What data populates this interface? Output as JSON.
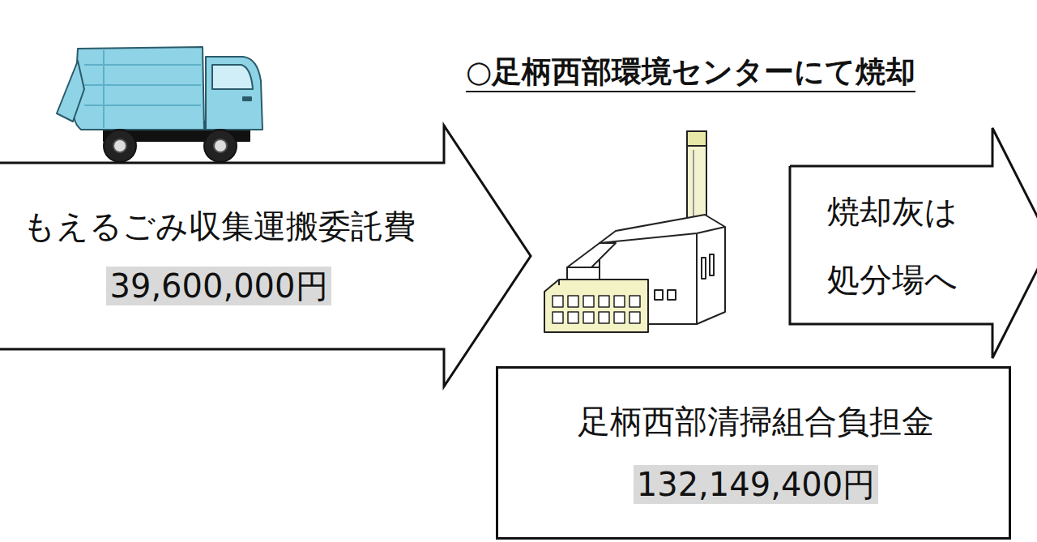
{
  "diagram": {
    "title": "○足柄西部環境センターにて焼却",
    "nodes": [
      {
        "text": [
          "もえるごみ収集運搬委託費",
          "39,600,000円"
        ]
      },
      {
        "text": [
          "焼却灰は 処分場へ"
        ]
      },
      {
        "text": [
          "足柄西部清掃組合負担金",
          "132,149,400円"
        ]
      }
    ]
  }
}
